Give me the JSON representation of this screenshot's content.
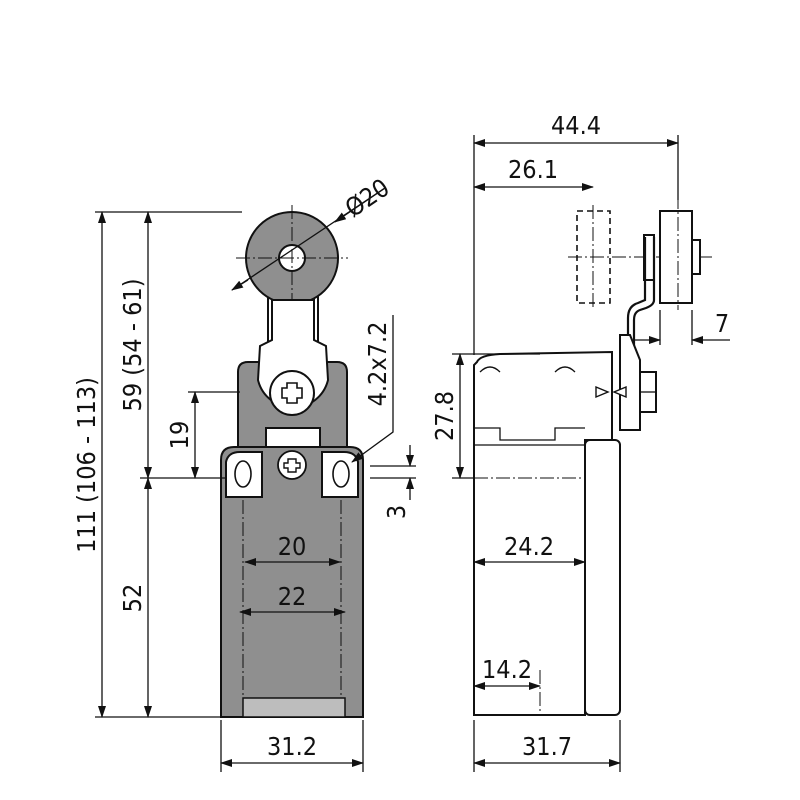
{
  "drawing": {
    "front_view": {
      "overall_height": "111 (106 - 113)",
      "lever_height": "59 (54 - 61)",
      "head_height": "19",
      "body_height": "52",
      "hole_spacing_inner": "20",
      "hole_spacing_outer": "22",
      "width": "31.2",
      "slot_offset": "3",
      "slot_size": "4.2x7.2",
      "roller_diameter": "Ø20"
    },
    "side_view": {
      "overall_depth": "44.4",
      "roller_offset": "26.1",
      "head_height": "27.8",
      "body_depth": "24.2",
      "mount_offset": "14.2",
      "total_depth": "31.7",
      "roller_width": "7"
    }
  }
}
